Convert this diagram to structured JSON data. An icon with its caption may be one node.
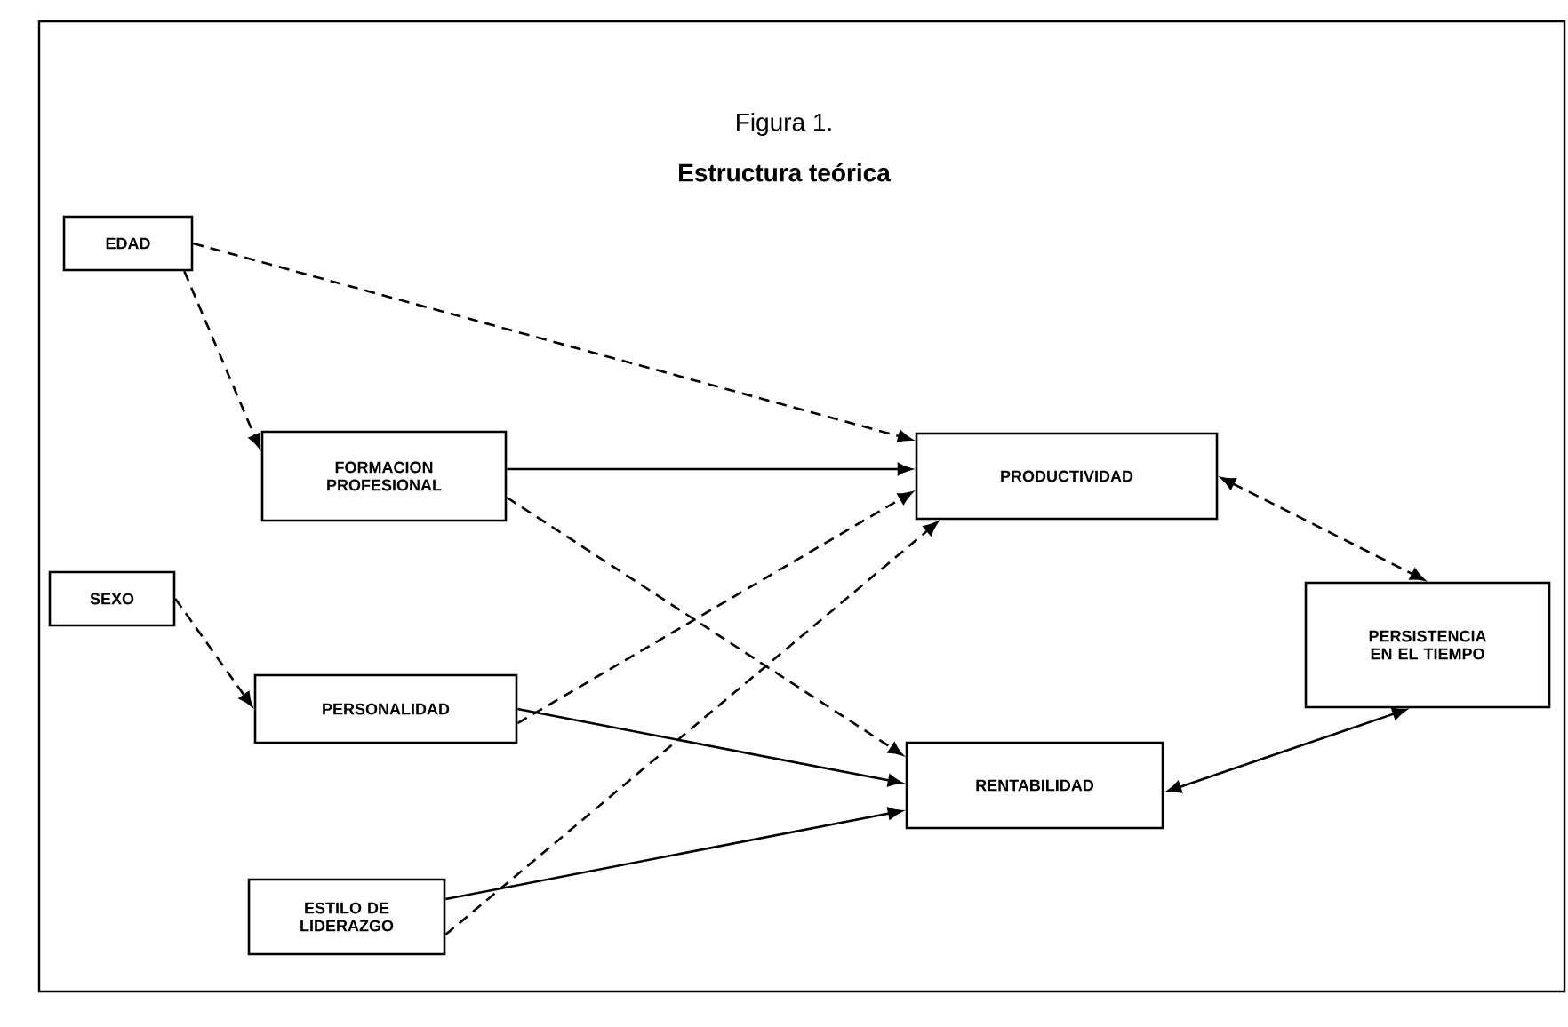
{
  "diagram": {
    "title": "Estructura teórica",
    "nodes": [
      {
        "text": [
          "EDAD"
        ]
      },
      {
        "text": [
          "FORMACION PROFESIONAL"
        ]
      },
      {
        "text": [
          "SEXO"
        ]
      },
      {
        "text": [
          "PERSONALIDAD"
        ]
      },
      {
        "text": [
          "ESTILO DE LIDERAZGO"
        ]
      },
      {
        "text": [
          "PRODUCTIVIDAD"
        ]
      },
      {
        "text": [
          "RENTABILIDAD"
        ]
      },
      {
        "text": [
          "PERSISTENCIA EN EL TIEMPO"
        ]
      }
    ],
    "edges": [
      {
        "from": 0,
        "to": 5,
        "arrow": "to",
        "style": "dashed"
      },
      {
        "from": 0,
        "to": 1,
        "arrow": "to",
        "style": "dashed"
      },
      {
        "from": 1,
        "to": 5,
        "arrow": "to"
      },
      {
        "from": 1,
        "to": 6,
        "arrow": "to",
        "style": "dashed"
      },
      {
        "from": 2,
        "to": 3,
        "arrow": "to",
        "style": "dashed"
      },
      {
        "from": 3,
        "to": 5,
        "arrow": "to",
        "style": "dashed"
      },
      {
        "from": 3,
        "to": 6,
        "arrow": "to"
      },
      {
        "from": 4,
        "to": 5,
        "arrow": "to",
        "style": "dashed"
      },
      {
        "from": 4,
        "to": 6,
        "arrow": "to"
      },
      {
        "from": 5,
        "to": 7,
        "arrow": "both",
        "style": "dashed"
      },
      {
        "from": 6,
        "to": 7,
        "arrow": "both"
      }
    ],
    "labels": [
      "Figura 1."
    ]
  }
}
